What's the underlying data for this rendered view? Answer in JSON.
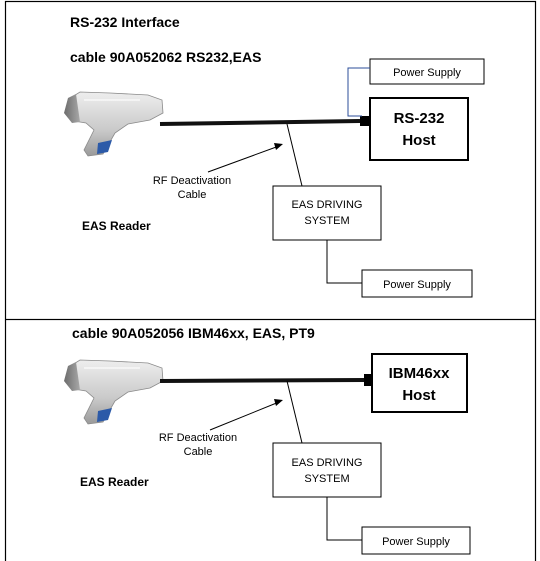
{
  "panel_top": {
    "title": "RS-232 Interface",
    "cable": "cable 90A052062 RS232,EAS",
    "power_supply_top": "Power Supply",
    "host_line1": "RS-232",
    "host_line2": "Host",
    "rf_line1": "RF Deactivation",
    "rf_line2": "Cable",
    "eas_line1": "EAS DRIVING",
    "eas_line2": "SYSTEM",
    "reader": "EAS Reader",
    "power_supply_bottom": "Power Supply"
  },
  "panel_bottom": {
    "cable": "cable 90A052056 IBM46xx, EAS, PT9",
    "host_line1": "IBM46xx",
    "host_line2": "Host",
    "rf_line1": "RF Deactivation",
    "rf_line2": "Cable",
    "eas_line1": "EAS DRIVING",
    "eas_line2": "SYSTEM",
    "reader": "EAS Reader",
    "power_supply": "Power Supply"
  },
  "icons": {
    "reader_top": "barcode-scanner-icon",
    "reader_bottom": "barcode-scanner-icon"
  }
}
